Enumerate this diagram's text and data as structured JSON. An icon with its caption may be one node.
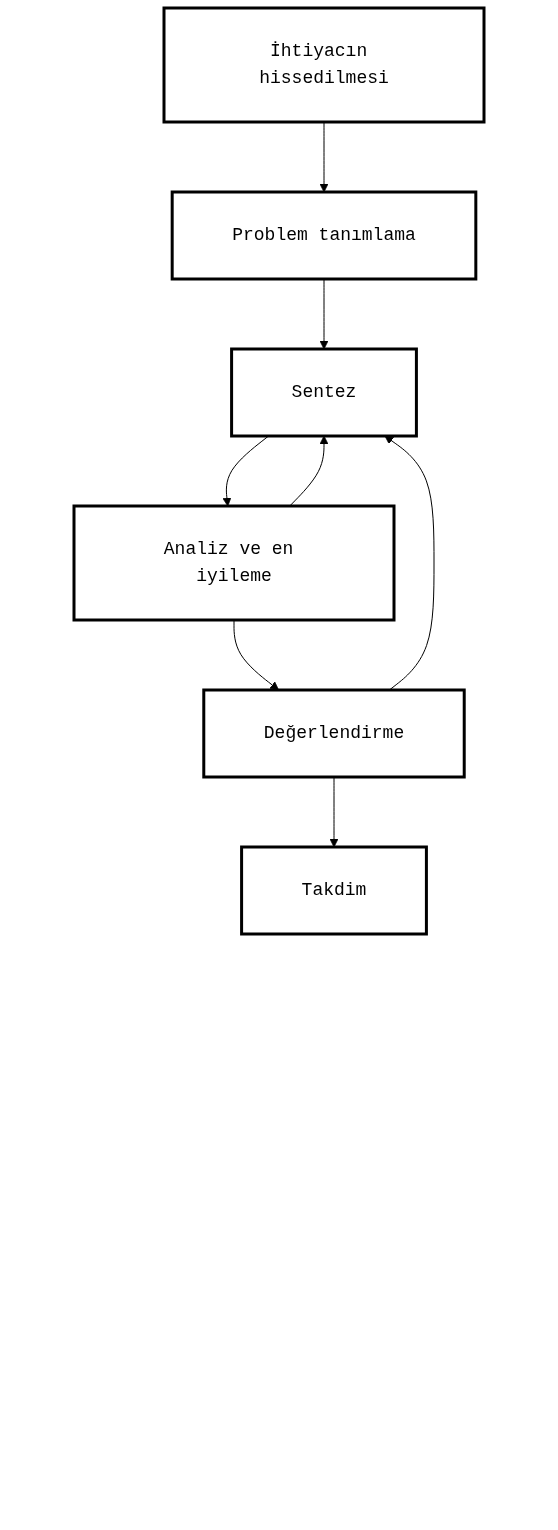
{
  "diagram": {
    "nodes": [
      {
        "text": [
          "İhtiyacın hissedilmesi"
        ]
      },
      {
        "text": [
          "Problem tanımlama"
        ]
      },
      {
        "text": [
          "Sentez"
        ]
      },
      {
        "text": [
          "Analiz ve en iyileme"
        ]
      },
      {
        "text": [
          "Değerlendirme"
        ]
      },
      {
        "text": [
          "Takdim"
        ]
      }
    ],
    "edges": [
      {
        "from": 0,
        "to": 1,
        "arrow": "to"
      },
      {
        "from": 1,
        "to": 2,
        "arrow": "to"
      },
      {
        "from": 2,
        "to": 3,
        "arrow": "to"
      },
      {
        "from": 3,
        "to": 4,
        "arrow": "to"
      },
      {
        "from": 4,
        "to": 5,
        "arrow": "to"
      },
      {
        "from": 3,
        "to": 2,
        "arrow": "to"
      },
      {
        "from": 4,
        "to": 2,
        "arrow": "to"
      }
    ]
  }
}
